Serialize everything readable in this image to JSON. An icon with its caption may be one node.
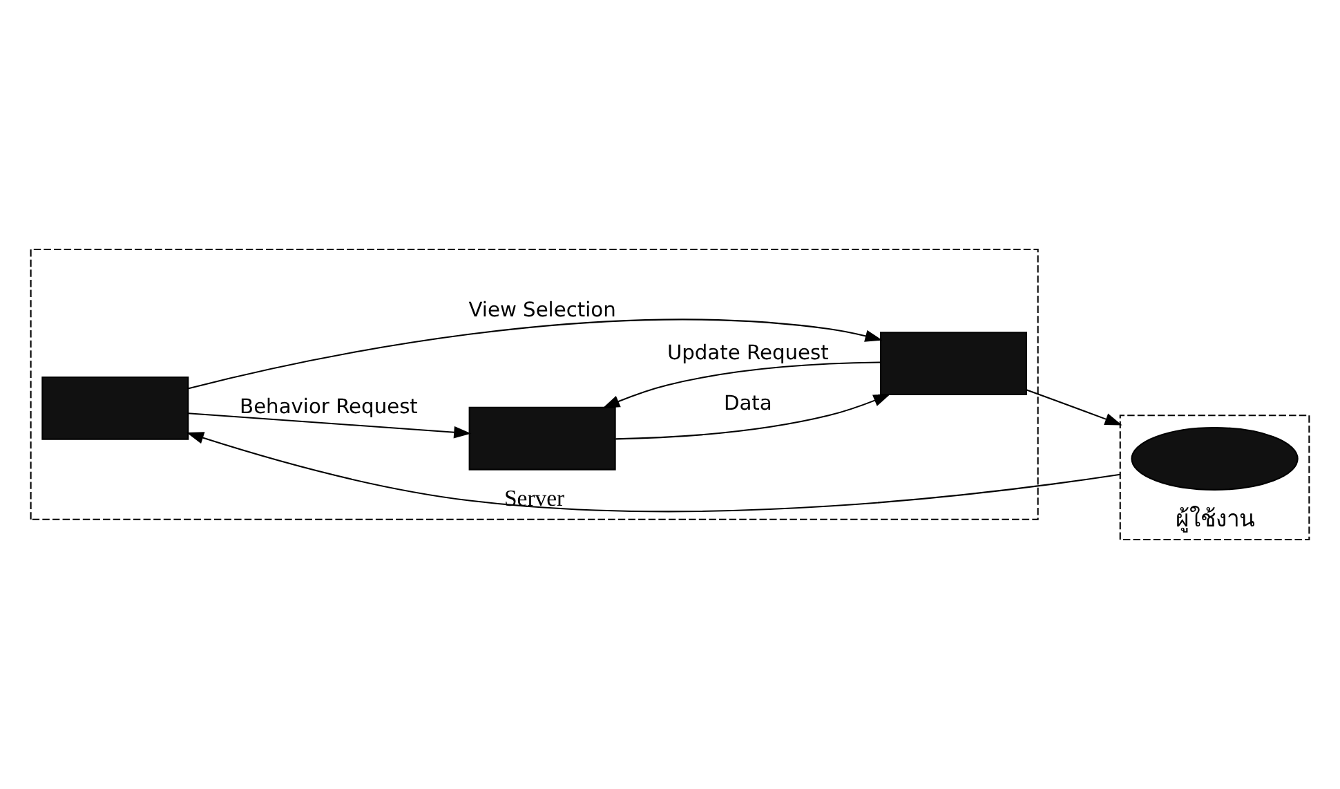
{
  "diagram": {
    "nodes": [
      {
        "text": [
          "ผู้ใช้งาน"
        ]
      },
      {
        "text": [],
        "shape": "ellipse",
        "in": 0
      },
      {
        "text": [
          "Server"
        ]
      },
      {
        "text": [],
        "shape": "box",
        "in": 2
      },
      {
        "text": [],
        "shape": "box",
        "in": 2
      },
      {
        "text": [],
        "shape": "box",
        "in": 2
      }
    ],
    "edges": [
      {
        "from": 0,
        "to": 3,
        "arrow": "to"
      },
      {
        "from": 3,
        "to": 4,
        "arrow": "to",
        "label": "Behavior Request"
      },
      {
        "from": 3,
        "to": 5,
        "arrow": "to",
        "label": "View Selection"
      },
      {
        "from": 4,
        "to": 5,
        "arrow": "to",
        "label": "Data"
      },
      {
        "from": 5,
        "to": 4,
        "arrow": "to",
        "label": "Update Request"
      },
      {
        "from": 5,
        "to": 0,
        "arrow": "to"
      }
    ]
  }
}
